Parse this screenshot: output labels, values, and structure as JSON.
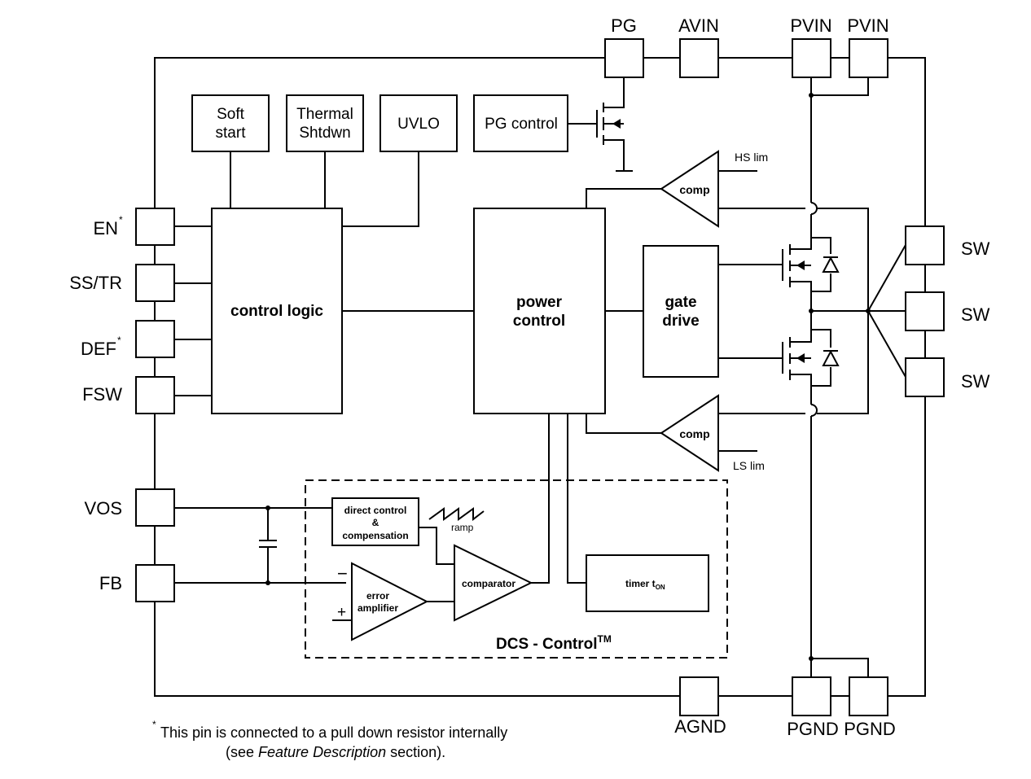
{
  "pins": {
    "pg": "PG",
    "avin": "AVIN",
    "pvin1": "PVIN",
    "pvin2": "PVIN",
    "en": "EN",
    "ss_tr": "SS/TR",
    "def": "DEF",
    "fsw": "FSW",
    "vos": "VOS",
    "fb": "FB",
    "sw1": "SW",
    "sw2": "SW",
    "sw3": "SW",
    "agnd": "AGND",
    "pgnd1": "PGND",
    "pgnd2": "PGND",
    "asterisk": "*"
  },
  "blocks": {
    "soft_start_1": "Soft",
    "soft_start_2": "start",
    "thermal_1": "Thermal",
    "thermal_2": "Shtdwn",
    "uvlo": "UVLO",
    "pg_control": "PG control",
    "control_logic": "control logic",
    "power_control_1": "power",
    "power_control_2": "control",
    "gate_drive_1": "gate",
    "gate_drive_2": "drive",
    "comp_top": "comp",
    "comp_bottom": "comp",
    "hs_lim": "HS lim",
    "ls_lim": "LS lim",
    "direct_control_1": "direct control",
    "direct_control_2": "&",
    "direct_control_3": "compensation",
    "ramp": "ramp",
    "comparator": "comparator",
    "error_amp_1": "error",
    "error_amp_2": "amplifier",
    "minus": "−",
    "plus": "+",
    "timer": "timer t",
    "timer_sub": "ON",
    "dcs_control": "DCS - Control",
    "dcs_tm": "TM"
  },
  "footnote": {
    "star": "*",
    "line1": "This pin is connected to a pull down resistor internally",
    "line2_pre": "(see ",
    "line2_italic": "Feature Description",
    "line2_post": " section)."
  }
}
